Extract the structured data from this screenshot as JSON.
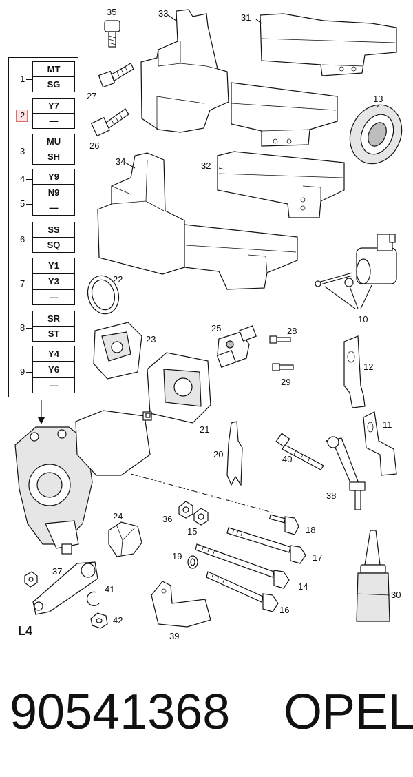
{
  "legend": {
    "groups": [
      {
        "num": "1",
        "codes": [
          "MT",
          "SG"
        ]
      },
      {
        "num": "2",
        "codes": [
          "Y7",
          "—"
        ]
      },
      {
        "num": "3",
        "codes": [
          "MU",
          "SH"
        ]
      },
      {
        "num": "4",
        "codes": [
          "Y9"
        ]
      },
      {
        "num": "5",
        "codes": [
          "N9",
          "—"
        ]
      },
      {
        "num": "6",
        "codes": [
          "SS",
          "SQ"
        ]
      },
      {
        "num": "7",
        "codes": [
          "Y1",
          "Y3",
          "—"
        ]
      },
      {
        "num": "8",
        "codes": [
          "SR",
          "ST"
        ]
      },
      {
        "num": "9",
        "codes": [
          "Y4",
          "Y6",
          "—"
        ]
      }
    ]
  },
  "callouts": [
    "35",
    "33",
    "31",
    "27",
    "13",
    "26",
    "34",
    "32",
    "22",
    "10",
    "23",
    "25",
    "28",
    "12",
    "29",
    "21",
    "11",
    "20",
    "40",
    "38",
    "24",
    "36",
    "15",
    "18",
    "19",
    "17",
    "37",
    "41",
    "14",
    "16",
    "30",
    "42",
    "39"
  ],
  "diagram_label": "L4",
  "footer": {
    "part_number": "90541368",
    "brand": "OPEL"
  }
}
